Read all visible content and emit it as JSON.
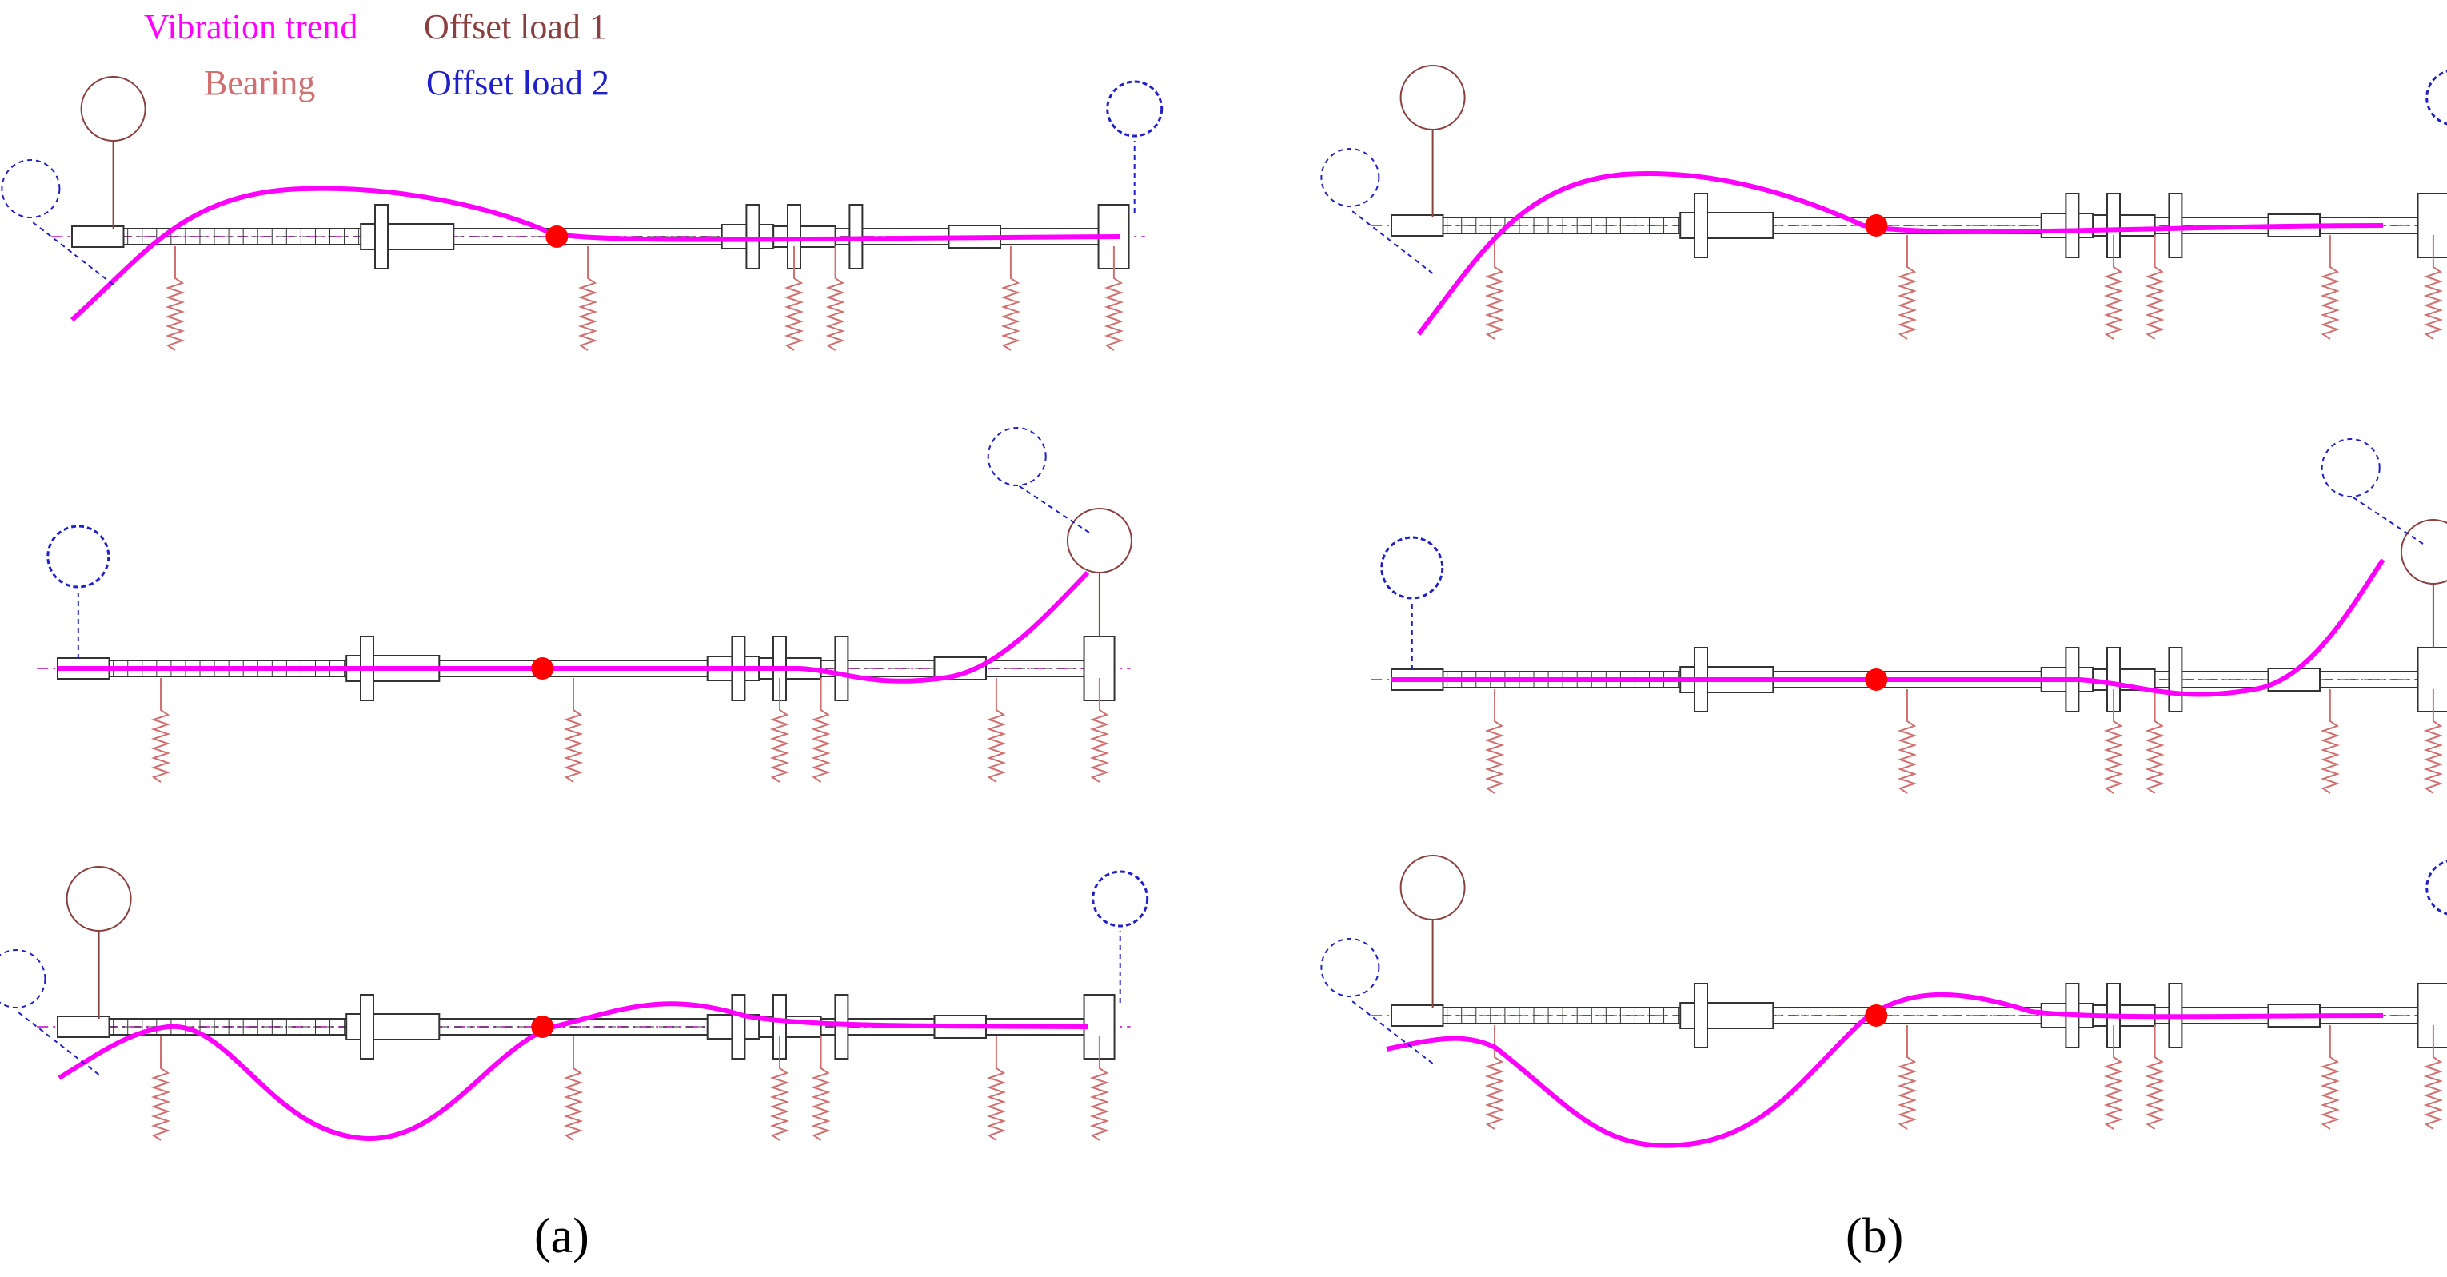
{
  "legend": {
    "vibration_trend": "Vibration trend",
    "offset_load_1": "Offset load 1",
    "bearing": "Bearing",
    "offset_load_2": "Offset load 2"
  },
  "panels": [
    {
      "label": "(a)",
      "mode_count": 3
    },
    {
      "label": "(b)",
      "mode_count": 3
    }
  ],
  "colors": {
    "vibration_trend": "#ff00ff",
    "offset_load_1": "#8b4040",
    "bearing": "#d07070",
    "offset_load_2": "#2020c8",
    "shaft": "#333333",
    "centerline": "#cc44cc",
    "node_marker": "#ff0000"
  }
}
